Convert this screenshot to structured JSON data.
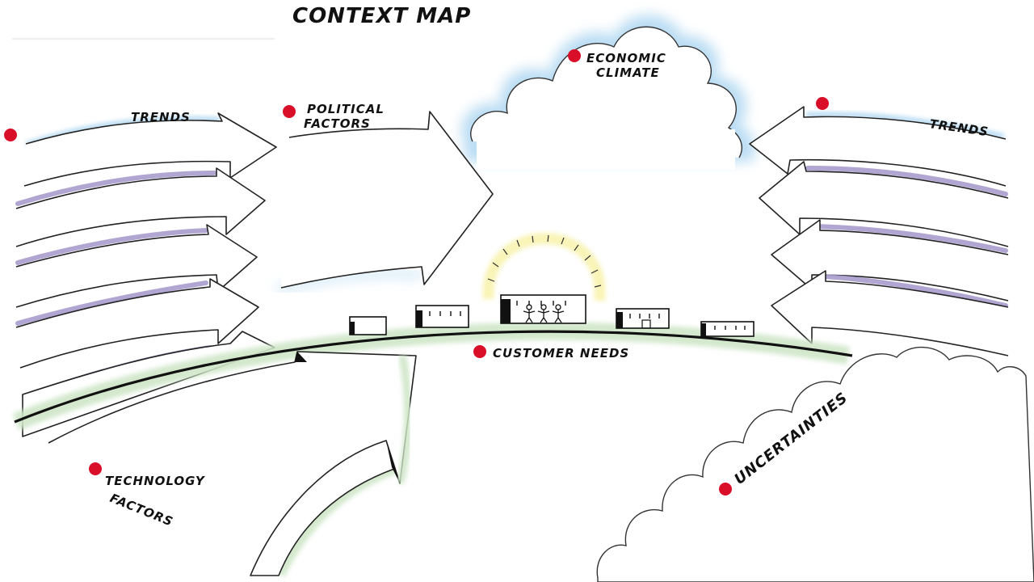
{
  "title": "CONTEXT MAP",
  "colors": {
    "marker": "#d90f2a",
    "blue_glow": "#a7d3f0",
    "purple_shadow": "#a89ccd",
    "green_shadow": "#cfe6c8",
    "sun_glow": "#f4eb7a",
    "ink": "#111111"
  },
  "labels": {
    "economic_climate": [
      "ECONOMIC",
      "CLIMATE"
    ],
    "political_factors": [
      "POLITICAL",
      "FACTORS"
    ],
    "trends_left": "TRENDS",
    "trends_right": "TRENDS",
    "customer_needs": "CUSTOMER NEEDS",
    "technology_factors": [
      "TECHNOLOGY",
      "FACTORS"
    ],
    "uncertainties": "UNCERTAINTIES"
  },
  "icons": {
    "marker": "red-dot-icon",
    "cloud": "cloud-icon",
    "arrow": "arrow-icon",
    "building": "building-icon",
    "sun": "sun-icon",
    "people": "people-icon"
  }
}
